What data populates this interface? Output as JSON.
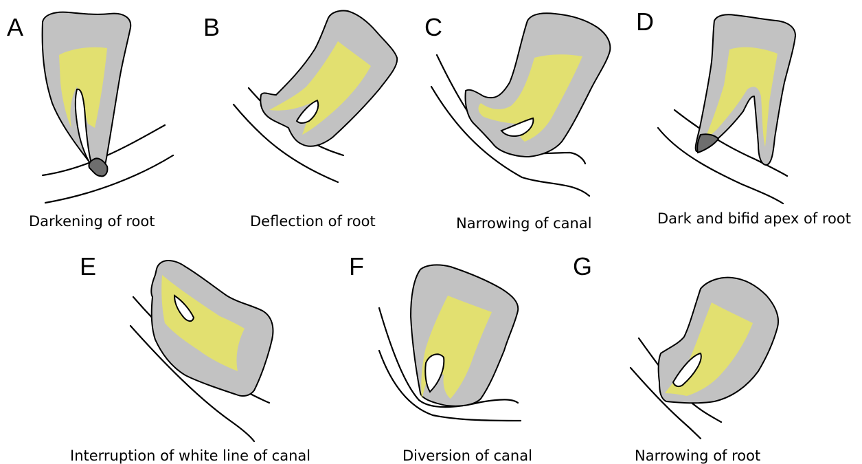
{
  "panels": [
    {
      "letter": "A",
      "caption": "Darkening of root"
    },
    {
      "letter": "B",
      "caption": "Deflection of root"
    },
    {
      "letter": "C",
      "caption": "Narrowing of canal"
    },
    {
      "letter": "D",
      "caption": "Dark and bifid apex of root"
    },
    {
      "letter": "E",
      "caption": "Interruption of white line of canal"
    },
    {
      "letter": "F",
      "caption": "Diversion of canal"
    },
    {
      "letter": "G",
      "caption": "Narrowing of root"
    }
  ],
  "colors": {
    "tooth": "#c2c2c2",
    "pulp": "#e2e070",
    "outline": "#000000",
    "dark_root": "#6e6e6e"
  }
}
